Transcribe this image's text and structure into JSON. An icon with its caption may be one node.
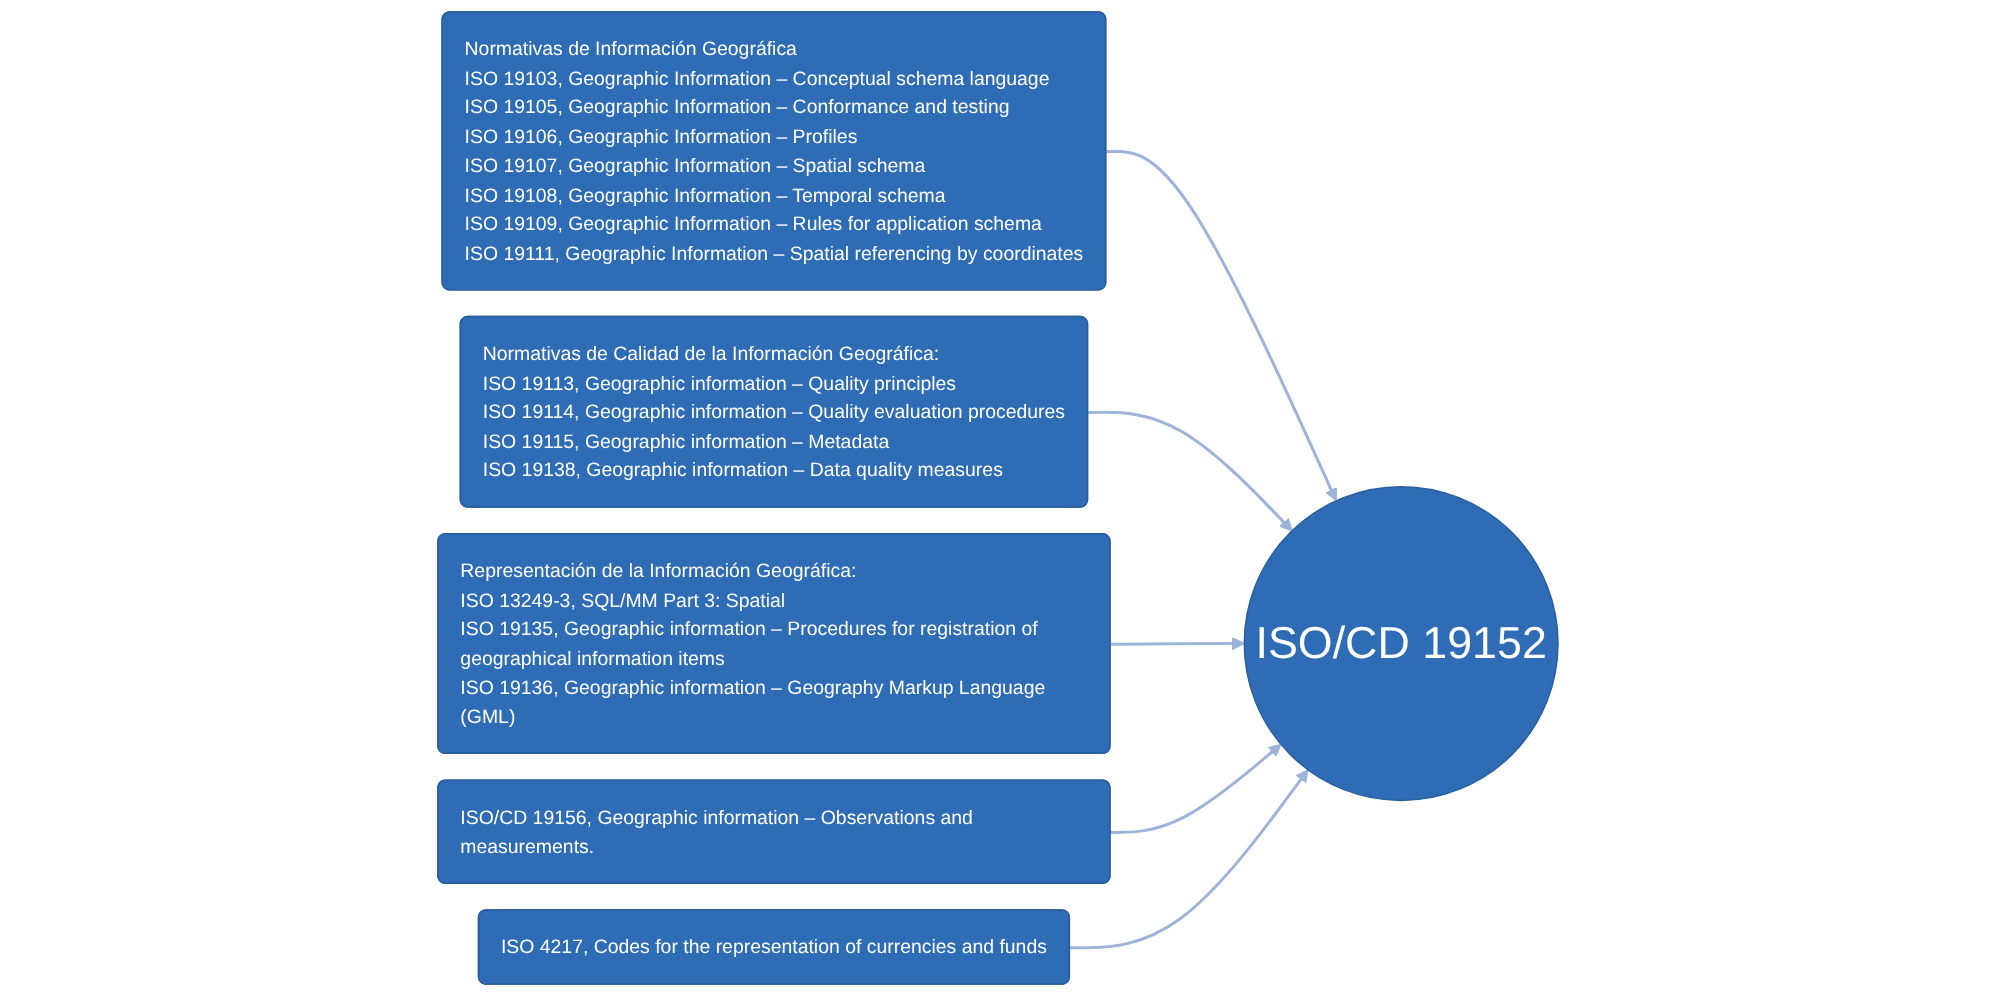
{
  "diagram": {
    "nodes": [
      {
        "text": [
          "Normativas de Información Geográfica",
          "ISO 19103, Geographic Information – Conceptual schema language",
          "ISO 19105, Geographic Information – Conformance and testing",
          "ISO 19106, Geographic Information – Profiles",
          "ISO 19107, Geographic Information – Spatial schema",
          "ISO 19108, Geographic Information – Temporal schema",
          "ISO 19109, Geographic Information – Rules for application schema",
          "ISO 19111, Geographic Information – Spatial referencing by coordinates"
        ]
      },
      {
        "text": [
          "Normativas de Calidad de la Información Geográfica:",
          "ISO 19113, Geographic information – Quality principles",
          "ISO 19114, Geographic information – Quality evaluation procedures",
          "ISO 19115, Geographic information – Metadata",
          "ISO 19138, Geographic information – Data quality measures"
        ]
      },
      {
        "text": [
          "Representación de la Información Geográfica:",
          "ISO 13249-3, SQL/MM Part 3: Spatial",
          "ISO 19135, Geographic information – Procedures for registration of geographical information items",
          "ISO 19136, Geographic information – Geography Markup Language (GML)"
        ]
      },
      {
        "text": [
          "ISO/CD 19152"
        ]
      },
      {
        "text": [
          "ISO/CD 19156, Geographic information – Observations and measurements."
        ]
      },
      {
        "text": [
          "ISO 4217, Codes for the representation of currencies and funds"
        ]
      }
    ],
    "edges": [
      {
        "from": 0,
        "to": 3,
        "arrow": "to"
      },
      {
        "from": 1,
        "to": 3,
        "arrow": "to"
      },
      {
        "from": 2,
        "to": 3,
        "arrow": "to"
      },
      {
        "from": 4,
        "to": 3,
        "arrow": "to"
      },
      {
        "from": 5,
        "to": 3,
        "arrow": "to"
      }
    ]
  }
}
